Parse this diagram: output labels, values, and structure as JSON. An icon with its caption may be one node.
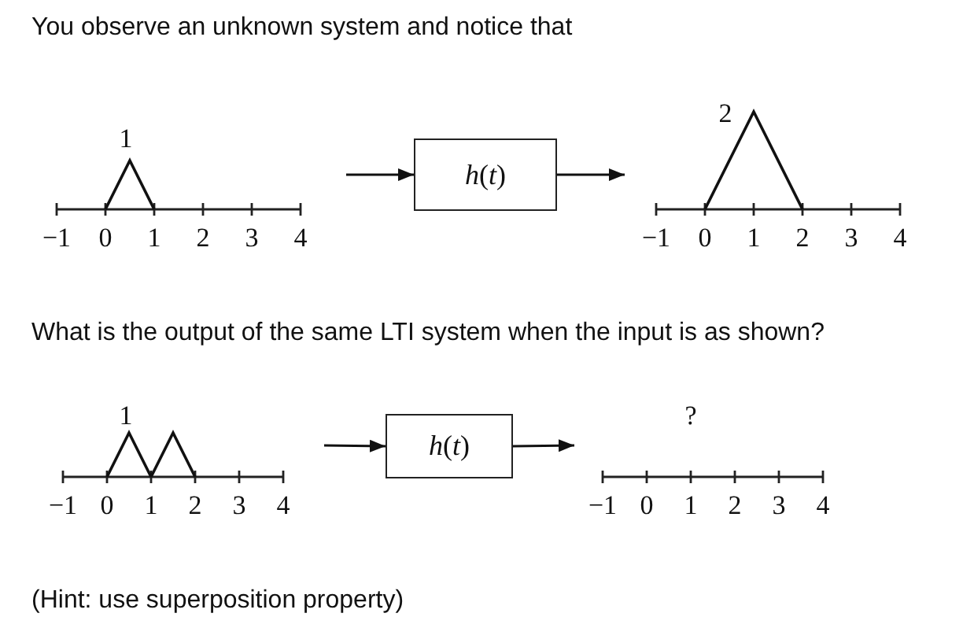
{
  "diagram": {
    "nodes": [
      {
        "text": [
          "*h*(*t*)"
        ]
      },
      {
        "text": [
          "*h*(*t*)"
        ]
      }
    ],
    "edges": [
      {
        "from": null,
        "to": 0,
        "arrow": "to"
      },
      {
        "from": 0,
        "to": null,
        "arrow": "to"
      },
      {
        "from": null,
        "to": 1,
        "arrow": "to"
      },
      {
        "from": 1,
        "to": null,
        "arrow": "to"
      }
    ],
    "labels": [
      "You observe an unknown system and notice that",
      "1",
      "2",
      "−1",
      "0",
      "1",
      "2",
      "3",
      "4",
      "−1",
      "0",
      "1",
      "2",
      "3",
      "4",
      "What is the output of the same LTI system when the input is as shown?",
      "1",
      "?",
      "−1",
      "0",
      "1",
      "2",
      "3",
      "4",
      "−1",
      "0",
      "1",
      "2",
      "3",
      "4",
      "(Hint: use superposition property)"
    ]
  }
}
